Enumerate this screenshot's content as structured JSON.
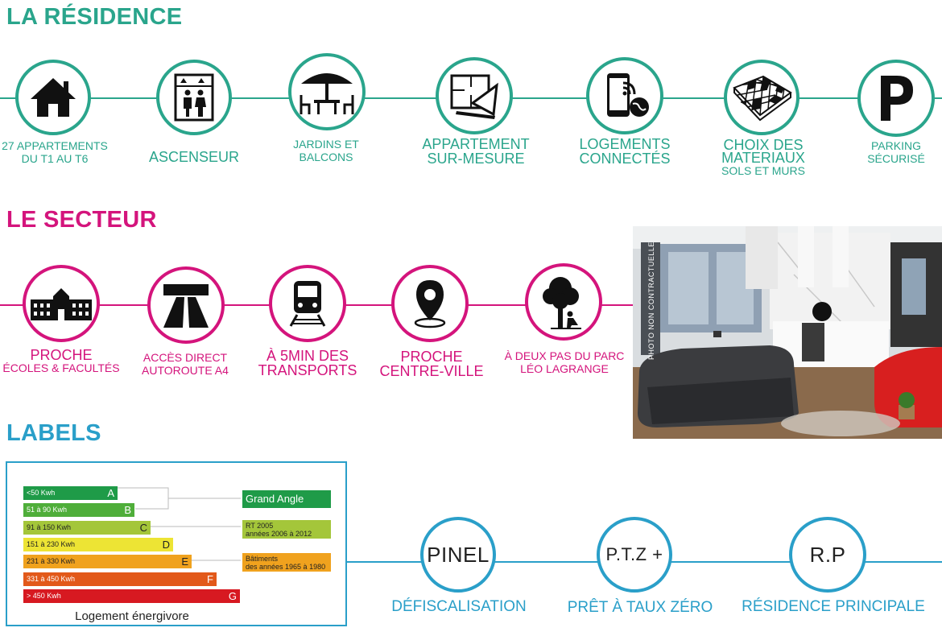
{
  "residence": {
    "title": "LA RÉSIDENCE",
    "items": [
      {
        "l1": "27 APPARTEMENTS",
        "l2": "DU T1 AU T6",
        "icon": "house-icon"
      },
      {
        "l1": "ASCENSEUR",
        "l2": "",
        "icon": "elevator-icon"
      },
      {
        "l1": "JARDINS ET",
        "l2": "BALCONS",
        "icon": "patio-umbrella-icon"
      },
      {
        "l1": "APPARTEMENT",
        "l2": "SUR-MESURE",
        "icon": "floor-plan-icon"
      },
      {
        "l1": "LOGEMENTS",
        "l2": "CONNECTÉS",
        "icon": "smartphone-wifi-icon"
      },
      {
        "l1": "CHOIX DES",
        "l2": "MATERIAUX",
        "l3": "SOLS ET MURS",
        "icon": "tiles-icon"
      },
      {
        "l1": "PARKING",
        "l2": "SÉCURISÉ",
        "icon": "parking-icon"
      }
    ]
  },
  "secteur": {
    "title": "LE SECTEUR",
    "items": [
      {
        "l1": "PROCHE",
        "l2": "ÉCOLES & FACULTÉS",
        "icon": "school-icon"
      },
      {
        "l1": "ACCÈS DIRECT",
        "l2": "AUTOROUTE A4",
        "icon": "highway-icon"
      },
      {
        "l1": "À 5MIN DES",
        "l2": "TRANSPORTS",
        "icon": "train-icon"
      },
      {
        "l1": "PROCHE",
        "l2": "CENTRE-VILLE",
        "icon": "map-pin-icon"
      },
      {
        "l1": "À DEUX PAS DU PARC",
        "l2": "LÉO LAGRANGE",
        "icon": "park-tree-icon"
      }
    ],
    "photo_caption": "PHOTO NON CONTRACTUELLE"
  },
  "labels": {
    "title": "LABELS",
    "energy": {
      "bars": [
        {
          "range": "<50 Kwh",
          "letter": "A",
          "color": "#1f9b48"
        },
        {
          "range": "51 à 90 Kwh",
          "letter": "B",
          "color": "#4fae3a"
        },
        {
          "range": "91 à 150 Kwh",
          "letter": "C",
          "color": "#a4c63a"
        },
        {
          "range": "151 à 230 Kwh",
          "letter": "D",
          "color": "#ede434"
        },
        {
          "range": "231 à 330 Kwh",
          "letter": "E",
          "color": "#f0a21e"
        },
        {
          "range": "331 à 450 Kwh",
          "letter": "F",
          "color": "#e2591a"
        },
        {
          "range": "> 450 Kwh",
          "letter": "G",
          "color": "#d71921"
        }
      ],
      "refs": [
        {
          "l1": "Grand Angle",
          "l2": "",
          "color": "#1f9b48"
        },
        {
          "l1": "RT 2005",
          "l2": "années 2006 à 2012",
          "color": "#a4c63a"
        },
        {
          "l1": "Bâtiments",
          "l2": "des années 1965 à 1980",
          "color": "#f0a21e"
        }
      ],
      "footer": "Logement énergivore"
    },
    "badges": [
      {
        "text": "PINEL",
        "caption": "DÉFISCALISATION"
      },
      {
        "text": "P.T.Z +",
        "caption": "PRÊT À TAUX ZÉRO"
      },
      {
        "text": "R.P",
        "caption": "RÉSIDENCE PRINCIPALE"
      }
    ]
  },
  "colors": {
    "teal": "#2aa58c",
    "pink": "#d4147c",
    "blue": "#2a9fc9"
  }
}
